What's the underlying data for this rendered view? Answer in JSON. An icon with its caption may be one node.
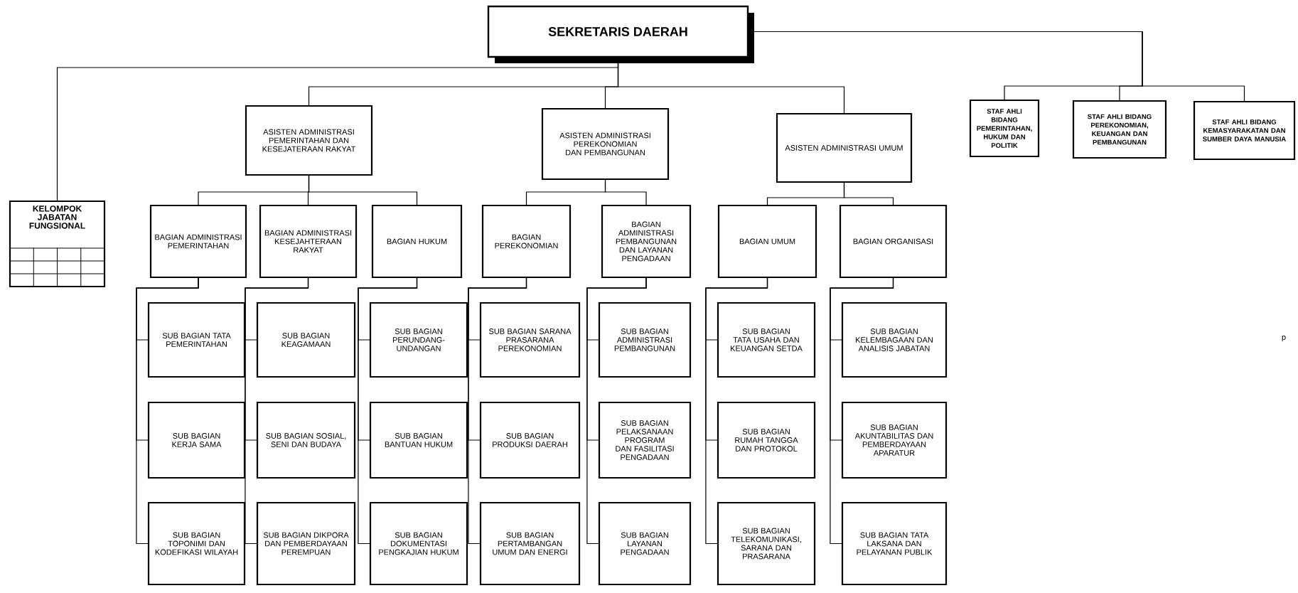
{
  "diagram": {
    "nodes": [
      {
        "text": [
          "SEKRETARIS DAERAH"
        ]
      },
      {
        "text": [
          "KELOMPOK JABATAN FUNGSIONAL"
        ]
      },
      {
        "text": [
          "ASISTEN ADMINISTRASI PEMERINTAHAN DAN KESEJATERAAN RAKYAT"
        ]
      },
      {
        "text": [
          "ASISTEN ADMINISTRASI PEREKONOMIAN DAN PEMBANGUNAN"
        ]
      },
      {
        "text": [
          "ASISTEN ADMINISTRASI UMUM"
        ]
      },
      {
        "text": [
          "STAF AHLI BIDANG PEMERINTAHAN, HUKUM DAN POLITIK"
        ]
      },
      {
        "text": [
          "STAF AHLI BIDANG PEREKONOMIAN, KEUANGAN DAN PEMBANGUNAN"
        ]
      },
      {
        "text": [
          "STAF AHLI BIDANG KEMASYARAKATAN DAN SUMBER DAYA MANUSIA"
        ]
      },
      {
        "text": [
          "BAGIAN ADMINISTRASI PEMERINTAHAN"
        ]
      },
      {
        "text": [
          "BAGIAN ADMINISTRASI KESEJAHTERAAN RAKYAT"
        ]
      },
      {
        "text": [
          "BAGIAN HUKUM"
        ]
      },
      {
        "text": [
          "BAGIAN PEREKONOMIAN"
        ]
      },
      {
        "text": [
          "BAGIAN ADMINISTRASI PEMBANGUNAN DAN LAYANAN PENGADAAN"
        ]
      },
      {
        "text": [
          "BAGIAN UMUM"
        ]
      },
      {
        "text": [
          "BAGIAN ORGANISASI"
        ]
      },
      {
        "text": [
          "SUB BAGIAN TATA PEMERINTAHAN"
        ]
      },
      {
        "text": [
          "SUB BAGIAN KERJA SAMA"
        ]
      },
      {
        "text": [
          "SUB BAGIAN TOPONIMI DAN KODEFIKASI WILAYAH"
        ]
      },
      {
        "text": [
          "SUB BAGIAN KEAGAMAAN"
        ]
      },
      {
        "text": [
          "SUB BAGIAN SOSIAL, SENI DAN BUDAYA"
        ]
      },
      {
        "text": [
          "SUB BAGIAN DIKPORA DAN PEMBERDAYAAN PEREMPUAN"
        ]
      },
      {
        "text": [
          "SUB BAGIAN PERUNDANG-UNDANGAN"
        ]
      },
      {
        "text": [
          "SUB BAGIAN BANTUAN HUKUM"
        ]
      },
      {
        "text": [
          "SUB BAGIAN DOKUMENTASI PENGKAJIAN HUKUM"
        ]
      },
      {
        "text": [
          "SUB BAGIAN SARANA PRASARANA PEREKONOMIAN"
        ]
      },
      {
        "text": [
          "SUB BAGIAN PRODUKSI DAERAH"
        ]
      },
      {
        "text": [
          "SUB BAGIAN PERTAMBANGAN UMUM DAN ENERGI"
        ]
      },
      {
        "text": [
          "SUB BAGIAN ADMINISTRASI PEMBANGUNAN"
        ]
      },
      {
        "text": [
          "SUB BAGIAN PELAKSANAAN PROGRAM DAN FASILITASI PENGADAAN"
        ]
      },
      {
        "text": [
          "SUB BAGIAN LAYANAN PENGADAAN"
        ]
      },
      {
        "text": [
          "SUB BAGIAN TATA USAHA DAN KEUANGAN SETDA"
        ]
      },
      {
        "text": [
          "SUB BAGIAN RUMAH TANGGA DAN PROTOKOL"
        ]
      },
      {
        "text": [
          "SUB BAGIAN TELEKOMUNIKASI, SARANA DAN PRASARANA"
        ]
      },
      {
        "text": [
          "SUB BAGIAN KELEMBAGAAN DAN ANALISIS JABATAN"
        ]
      },
      {
        "text": [
          "SUB BAGIAN AKUNTABILITAS DAN PEMBERDAYAAN APARATUR"
        ]
      },
      {
        "text": [
          "SUB BAGIAN TATA LAKSANA DAN PELAYANAN PUBLIK"
        ]
      }
    ],
    "edges": [
      {
        "from": 0,
        "to": 1,
        "arrow": "none"
      },
      {
        "from": 0,
        "to": 2,
        "arrow": "none"
      },
      {
        "from": 0,
        "to": 3,
        "arrow": "none"
      },
      {
        "from": 0,
        "to": 4,
        "arrow": "none"
      },
      {
        "from": 0,
        "to": 5,
        "arrow": "none"
      },
      {
        "from": 0,
        "to": 6,
        "arrow": "none"
      },
      {
        "from": 0,
        "to": 7,
        "arrow": "none"
      },
      {
        "from": 2,
        "to": 8,
        "arrow": "none"
      },
      {
        "from": 2,
        "to": 9,
        "arrow": "none"
      },
      {
        "from": 2,
        "to": 10,
        "arrow": "none"
      },
      {
        "from": 3,
        "to": 11,
        "arrow": "none"
      },
      {
        "from": 3,
        "to": 12,
        "arrow": "none"
      },
      {
        "from": 4,
        "to": 13,
        "arrow": "none"
      },
      {
        "from": 4,
        "to": 14,
        "arrow": "none"
      },
      {
        "from": 8,
        "to": 15,
        "arrow": "none"
      },
      {
        "from": 8,
        "to": 16,
        "arrow": "none"
      },
      {
        "from": 8,
        "to": 17,
        "arrow": "none"
      },
      {
        "from": 9,
        "to": 18,
        "arrow": "none"
      },
      {
        "from": 9,
        "to": 19,
        "arrow": "none"
      },
      {
        "from": 9,
        "to": 20,
        "arrow": "none"
      },
      {
        "from": 10,
        "to": 21,
        "arrow": "none"
      },
      {
        "from": 10,
        "to": 22,
        "arrow": "none"
      },
      {
        "from": 10,
        "to": 23,
        "arrow": "none"
      },
      {
        "from": 11,
        "to": 24,
        "arrow": "none"
      },
      {
        "from": 11,
        "to": 25,
        "arrow": "none"
      },
      {
        "from": 11,
        "to": 26,
        "arrow": "none"
      },
      {
        "from": 12,
        "to": 27,
        "arrow": "none"
      },
      {
        "from": 12,
        "to": 28,
        "arrow": "none"
      },
      {
        "from": 12,
        "to": 29,
        "arrow": "none"
      },
      {
        "from": 13,
        "to": 30,
        "arrow": "none"
      },
      {
        "from": 13,
        "to": 31,
        "arrow": "none"
      },
      {
        "from": 13,
        "to": 32,
        "arrow": "none"
      },
      {
        "from": 14,
        "to": 33,
        "arrow": "none"
      },
      {
        "from": 14,
        "to": 34,
        "arrow": "none"
      },
      {
        "from": 14,
        "to": 35,
        "arrow": "none"
      }
    ],
    "labels": [
      "p"
    ]
  }
}
